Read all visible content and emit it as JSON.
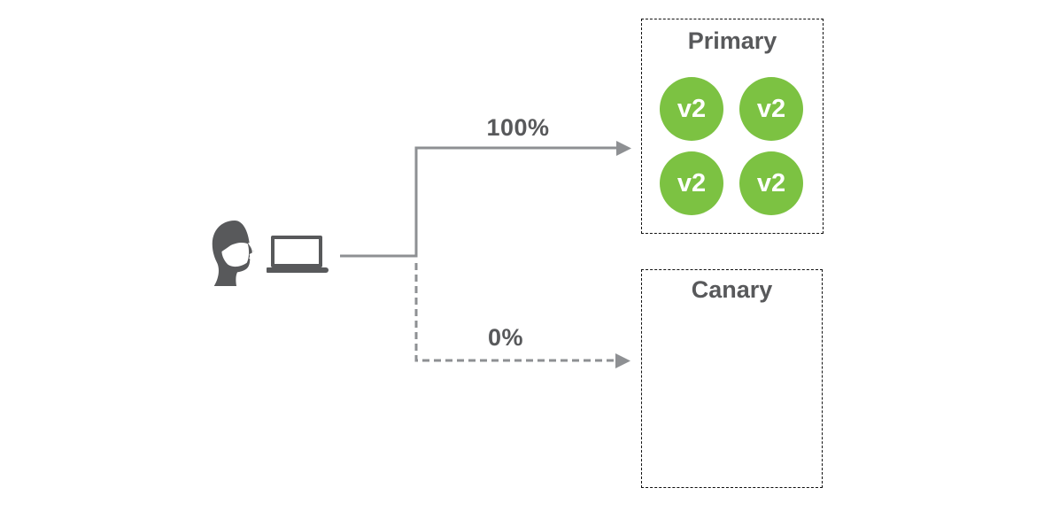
{
  "colors": {
    "green": "#7CC242",
    "dark": "#58595B",
    "line": "#8E9093",
    "border": "#111111",
    "bg": "#FFFFFF"
  },
  "diagram": {
    "client": {
      "user_icon": "person-wearing-mask",
      "device_icon": "laptop"
    },
    "routes": [
      {
        "label": "100%",
        "style": "solid",
        "target": "Primary"
      },
      {
        "label": "0%",
        "style": "dashed",
        "target": "Canary"
      }
    ],
    "groups": [
      {
        "title": "Primary",
        "instances": [
          "v2",
          "v2",
          "v2",
          "v2"
        ]
      },
      {
        "title": "Canary",
        "instances": []
      }
    ]
  }
}
